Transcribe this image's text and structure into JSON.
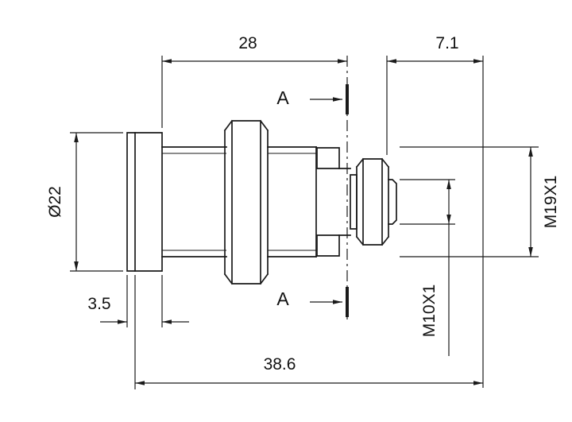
{
  "colors": {
    "line": "#1a1a1a",
    "background": "#ffffff"
  },
  "dimensions": {
    "length_28": "28",
    "length_7_1": "7.1",
    "diameter_22": "Ø22",
    "thread_m19": "M19X1",
    "thread_m10": "M10X1",
    "thickness_3_5": "3.5",
    "overall_38_6": "38.6"
  },
  "section_markers": {
    "top": "A",
    "bottom": "A"
  }
}
